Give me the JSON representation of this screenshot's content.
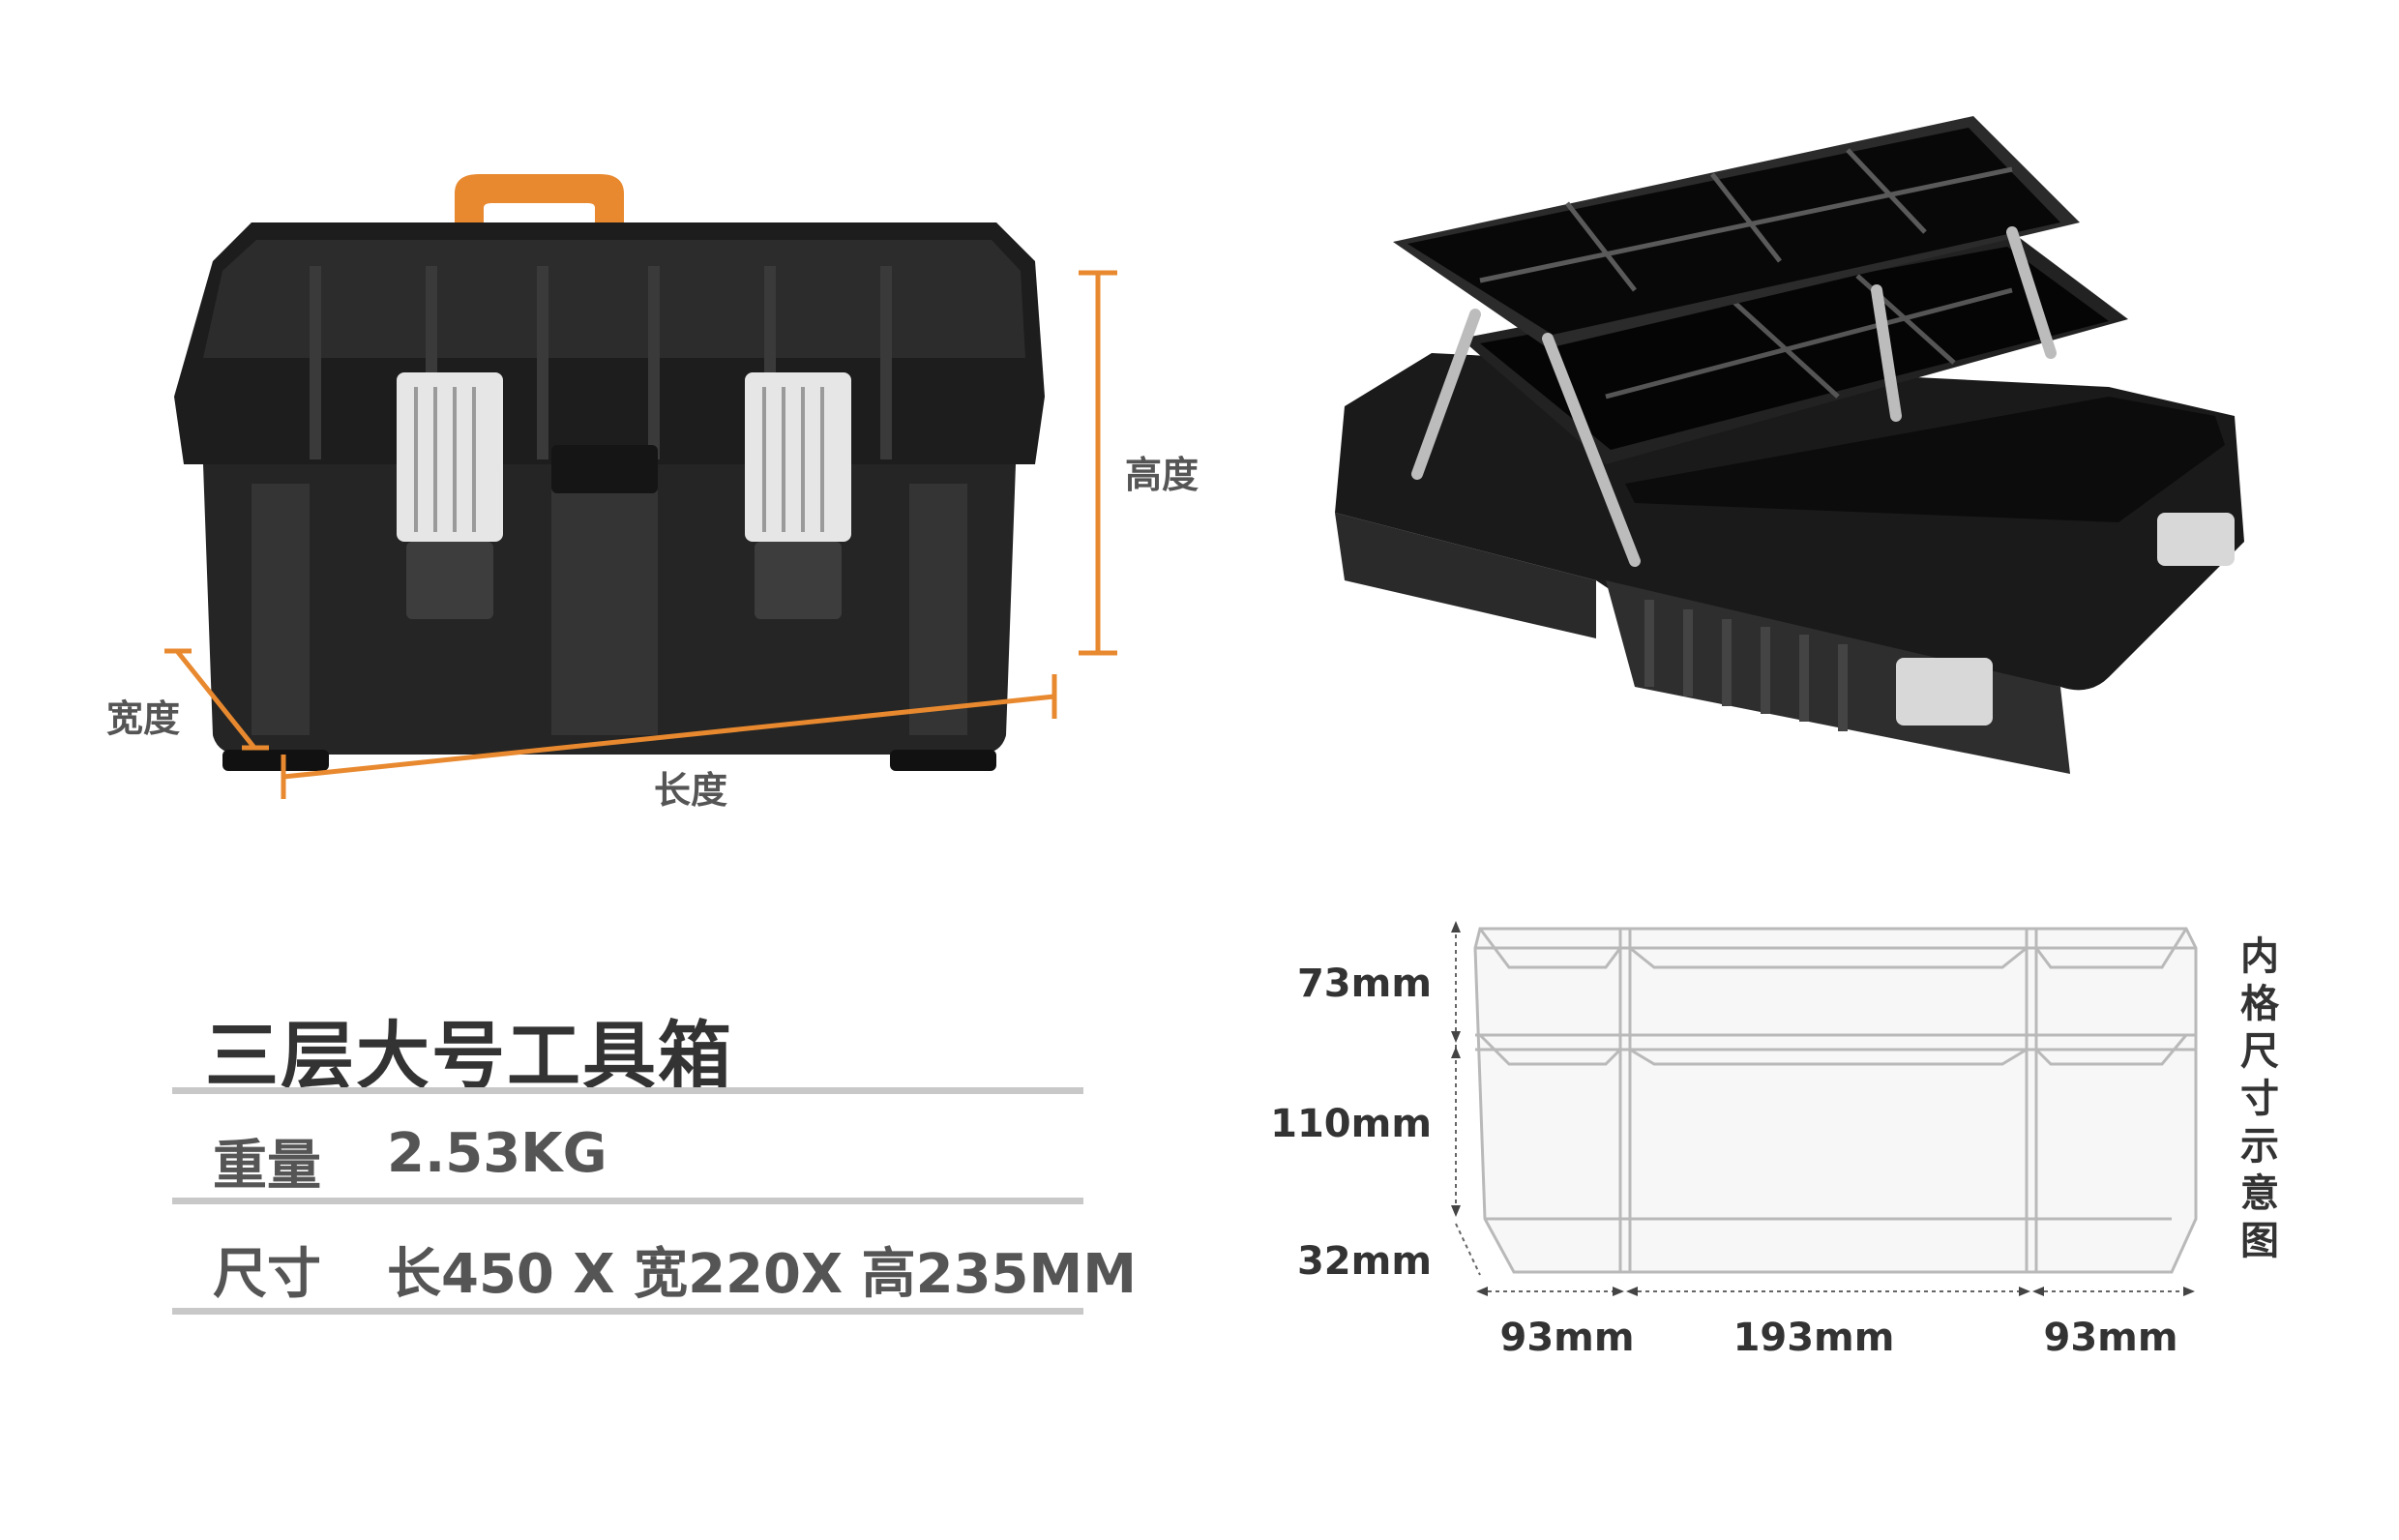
{
  "closed_box": {
    "height_label": "高度",
    "width_label": "宽度",
    "length_label": "长度",
    "accent_color": "#e8892f"
  },
  "spec": {
    "title": "三层大号工具箱",
    "rows": [
      {
        "label": "重量",
        "value": "2.53KG"
      },
      {
        "label": "尺寸",
        "value": "长450 X 宽220X 高235MM"
      }
    ]
  },
  "diagram": {
    "caption": "内格尺寸示意图",
    "heights": [
      "73mm",
      "110mm",
      "32mm"
    ],
    "widths": [
      "93mm",
      "193mm",
      "93mm"
    ]
  }
}
